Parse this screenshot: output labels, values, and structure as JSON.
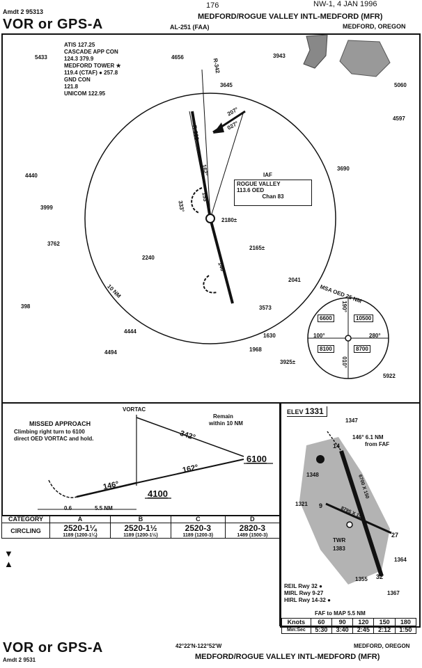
{
  "header": {
    "amdt": "Amdt 2 95313",
    "proc_title": "VOR or GPS-A",
    "page_num": "176",
    "volume_date": "NW-1, 4 JAN 1996",
    "airport_name": "MEDFORD/ROGUE VALLEY INTL-MEDFORD (MFR)",
    "chart_id": "AL-251 (FAA)",
    "city": "MEDFORD, OREGON"
  },
  "comms": {
    "atis": "ATIS 127.25",
    "app_con": "CASCADE APP CON",
    "app_freq": "124.3 379.9",
    "tower": "MEDFORD TOWER ★",
    "tower_freq": "119.4 (CTAF) ● 257.8",
    "gnd_con": "GND CON",
    "gnd_freq": "121.8",
    "unicom": "UNICOM 122.95"
  },
  "plan": {
    "elevations": [
      "5433",
      "4656",
      "3943",
      "3645",
      "5060",
      "4597",
      "4440",
      "3690",
      "3999",
      "3762",
      "2180±",
      "2165±",
      "2240",
      "2041",
      "398",
      "3573",
      "4444",
      "1630",
      "4494",
      "1968",
      "3925±",
      "5922"
    ],
    "radials": [
      "R-342",
      "R-333",
      "207°",
      "027°",
      "162°",
      "153°",
      "333°",
      "146°"
    ],
    "ring_label": "10 NM",
    "iaf": "IAF",
    "navaid_name": "ROGUE VALLEY",
    "navaid_freq": "113.6 OED",
    "navaid_chan": "Chan 83"
  },
  "msa": {
    "title": "MSA OED 25 NM",
    "values": [
      "6600",
      "10500",
      "8100",
      "8700"
    ],
    "bearings": [
      "100°",
      "280°",
      "190°",
      "010°"
    ]
  },
  "profile": {
    "missed_title": "MISSED APPROACH",
    "missed_text_1": "Climbing right turn to 6100",
    "missed_text_2": "direct OED VORTAC and hold.",
    "vortac": "VORTAC",
    "remain_1": "Remain",
    "remain_2": "within 10 NM",
    "course_342": "342°",
    "course_162": "162°",
    "course_146": "146°",
    "alt_6100": "6100",
    "alt_4100": "4100",
    "dist_06": "0.6",
    "dist_55": "5.5 NM"
  },
  "minimums": {
    "category_label": "CATEGORY",
    "cats": [
      "A",
      "B",
      "C",
      "D"
    ],
    "row_label": "CIRCLING",
    "row": [
      {
        "main": "2520-1¼",
        "sub": "1189 (1200-1¼)"
      },
      {
        "main": "2520-1½",
        "sub": "1189 (1200-1½)"
      },
      {
        "main": "2520-3",
        "sub": "1189 (1200-3)"
      },
      {
        "main": "2820-3",
        "sub": "1489 (1500-3)"
      }
    ]
  },
  "airport": {
    "elev_label": "ELEV",
    "elev": "1331",
    "labels": [
      "1347",
      "146° 6.1 NM",
      "from FAF",
      "1348",
      "1321",
      "TWR",
      "1383",
      "1364",
      "1355",
      "1367"
    ],
    "rwy_14": "14",
    "rwy_32": "32",
    "rwy_9": "9",
    "rwy_27": "27",
    "rwy_dims_1": "6700 X 150",
    "rwy_dims_2": "8795 X 150",
    "lights": [
      "REIL Rwy 32 ●",
      "MIRL Rwy 9-27",
      "HIRL Rwy 14-32 ●"
    ]
  },
  "faf_table": {
    "title": "FAF to MAP 5.5 NM",
    "knots_label": "Knots",
    "knots": [
      "60",
      "90",
      "120",
      "150",
      "180"
    ],
    "time_label": "Min:Sec",
    "times": [
      "5:30",
      "3:40",
      "2:45",
      "2:12",
      "1:50"
    ]
  },
  "footer": {
    "proc_title": "VOR or GPS-A",
    "amdt": "Amdt 2 9531",
    "coords": "42°22'N-122°52'W",
    "city": "MEDFORD, OREGON",
    "airport_name": "MEDFORD/ROGUE VALLEY INTL-MEDFORD (MFR)"
  }
}
